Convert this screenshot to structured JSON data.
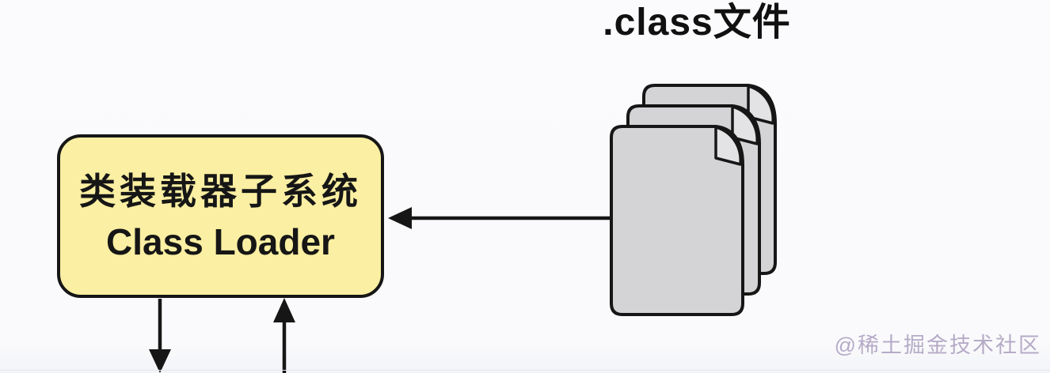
{
  "title": {
    "text": ".class文件"
  },
  "class_loader_box": {
    "line1": "类装载器子系统",
    "line2": "Class Loader"
  },
  "class_files": {
    "icon": "document-with-folded-corner",
    "count": 3
  },
  "edges": [
    {
      "from": "class-files-stack",
      "to": "class-loader",
      "direction": "left",
      "style": "solid-arrow"
    },
    {
      "from": "class-loader",
      "to": "offscreen-bottom",
      "direction": "down",
      "style": "solid-arrow"
    },
    {
      "from": "offscreen-bottom",
      "to": "class-loader",
      "direction": "up",
      "style": "solid-arrow"
    }
  ],
  "watermark": {
    "text": "@稀土掘金技术社区"
  },
  "colors": {
    "background": "#FBFBFD",
    "box_fill": "#FAEFA2",
    "line": "#161616",
    "doc_fill": "#D4D4D6",
    "doc_flap": "#E3E3E5",
    "watermark": "#B6ABC7"
  }
}
